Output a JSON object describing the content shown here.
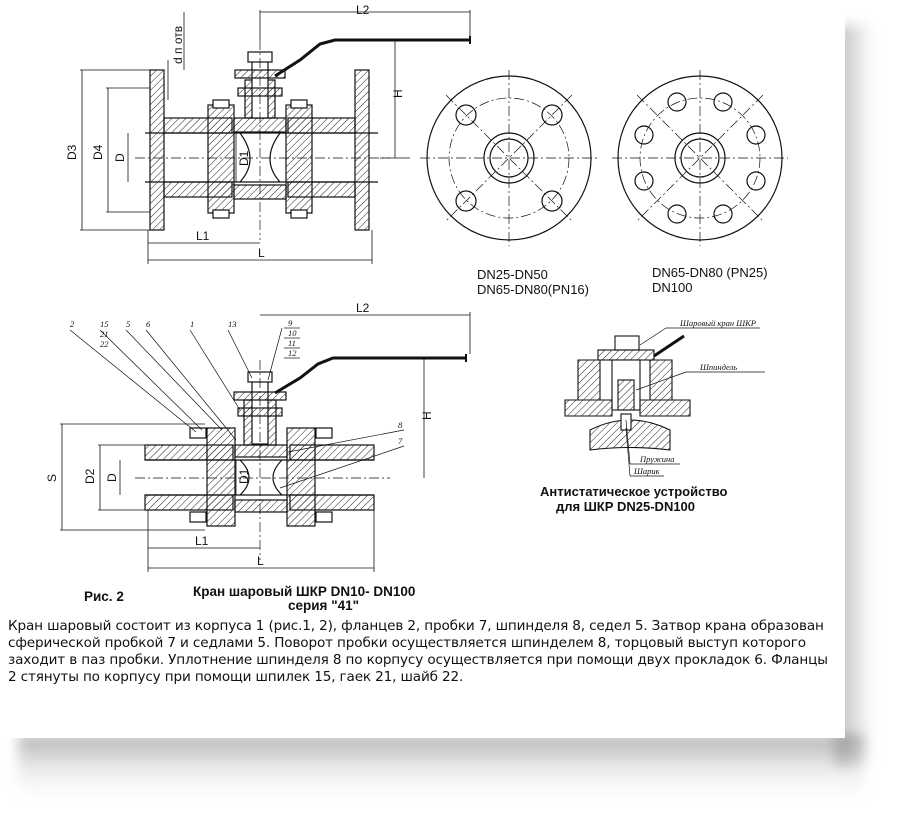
{
  "top_view": {
    "dim_L2": "L2",
    "dim_H": "H",
    "dim_D3": "D3",
    "dim_D4": "D4",
    "dim_D": "D",
    "dim_D1": "D1",
    "dim_L1": "L1",
    "dim_L": "L",
    "dim_d_notv": "d п отв"
  },
  "flange_views": {
    "left_caption_line1": "DN25-DN50",
    "left_caption_line2": "DN65-DN80(PN16)",
    "right_caption_line1": "DN65-DN80 (PN25)",
    "right_caption_line2": "DN100"
  },
  "bottom_view": {
    "dim_L2": "L2",
    "dim_H": "H",
    "dim_S": "S",
    "dim_D2": "D2",
    "dim_D": "D",
    "dim_D1": "D1",
    "dim_L1": "L1",
    "dim_L": "L",
    "callouts": [
      "2",
      "15",
      "21",
      "22",
      "5",
      "6",
      "1",
      "13",
      "9",
      "10",
      "11",
      "12",
      "8",
      "7"
    ]
  },
  "antistatic": {
    "label_valve": "Шаровый кран ШКР",
    "label_spindle": "Шпиндель",
    "label_spring": "Пружина",
    "label_ball": "Шарик",
    "caption_line1": "Антистатическое устройство",
    "caption_line2": "для ШКР DN25-DN100"
  },
  "figure": {
    "label": "Рис. 2",
    "title_line1": "Кран шаровый  ШКР DN10- DN100",
    "title_line2": "серия \"41\""
  },
  "description": "Кран шаровый состоит из корпуса 1 (рис.1, 2), фланцев 2, пробки 7, шпинделя 8,  седел 5. Затвор крана образован сферической пробкой 7 и седлами 5. Поворот пробки осуществляется шпинделем 8, торцовый выступ которого заходит в паз пробки. Уплотнение шпинделя 8 по корпусу осуществляется при помощи двух прокладок 6. Фланцы 2 стянуты по  корпусу при помощи шпилек 15,  гаек 21, шайб 22."
}
